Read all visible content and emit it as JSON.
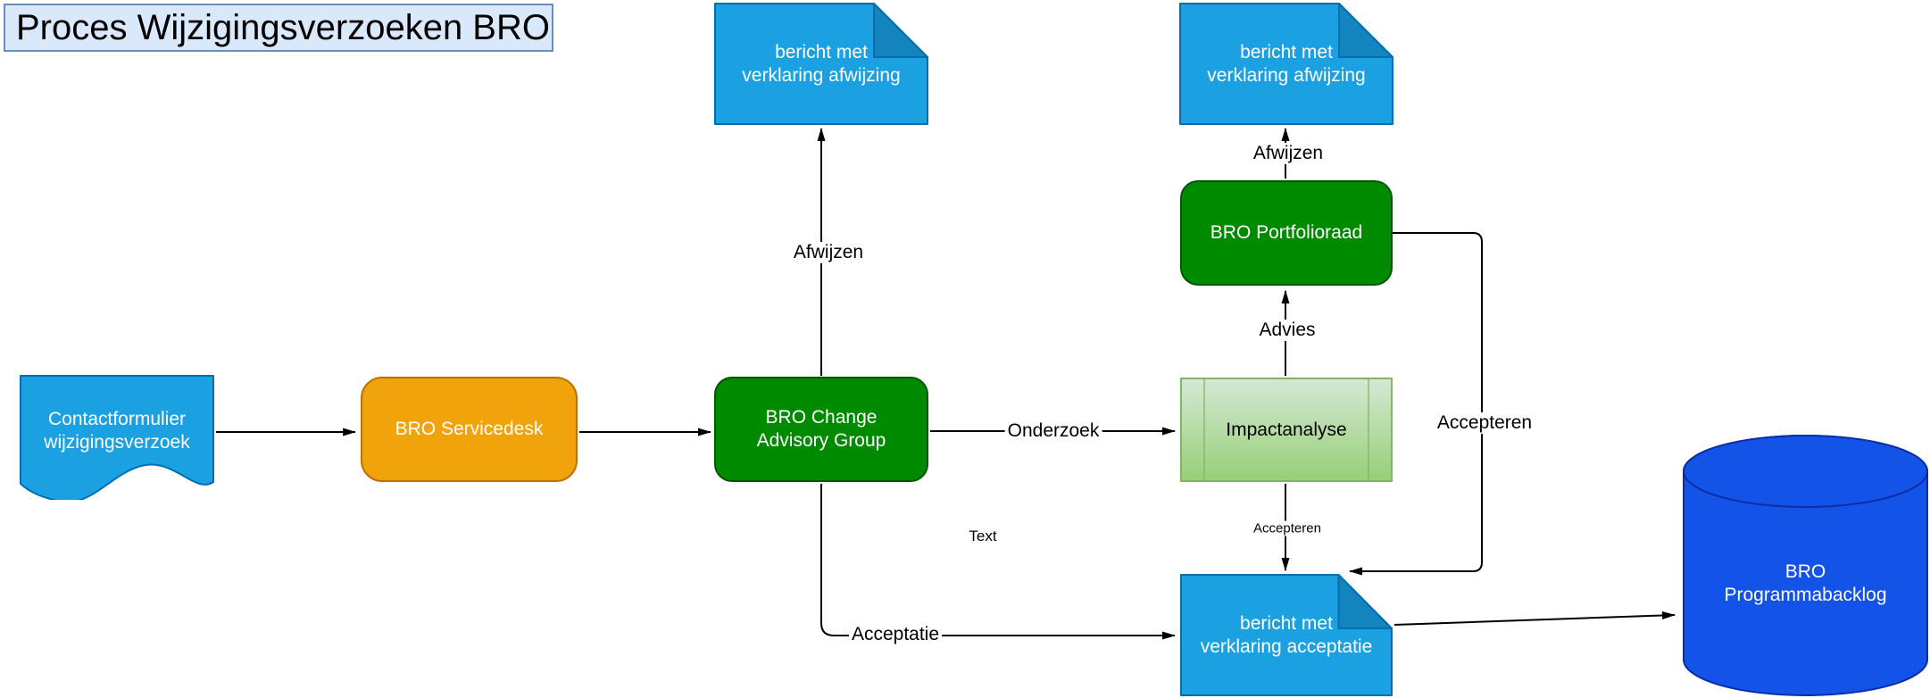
{
  "diagram_title": "Proces Wijzigingsverzoeken BRO",
  "nodes": {
    "contact_form": {
      "label": "Contactformulier\nwijzigingsverzoek",
      "type": "document"
    },
    "servicedesk": {
      "label": "BRO Servicedesk",
      "type": "rounded-rectangle"
    },
    "change_advisory_group": {
      "label": "BRO Change\nAdvisory Group",
      "type": "rounded-rectangle"
    },
    "note_rejection_left": {
      "label": "bericht met\nverklaring afwijzing",
      "type": "note"
    },
    "note_rejection_right": {
      "label": "bericht met\nverklaring afwijzing",
      "type": "note"
    },
    "portfolioraad": {
      "label": "BRO Portfolioraad",
      "type": "rounded-rectangle"
    },
    "impactanalyse": {
      "label": "Impactanalyse",
      "type": "process"
    },
    "note_acceptance": {
      "label": "bericht met\nverklaring acceptatie",
      "type": "note"
    },
    "programmabacklog": {
      "label": "BRO\nProgrammabacklog",
      "type": "cylinder"
    }
  },
  "edge_labels": {
    "afwijzen_left": "Afwijzen",
    "afwijzen_right": "Afwijzen",
    "onderzoek": "Onderzoek",
    "advies": "Advies",
    "accepteren_vertical": "Accepteren",
    "accepteren_small": "Accepteren",
    "acceptatie": "Acceptatie",
    "floating_text": "Text"
  },
  "colors": {
    "title_fill": "#dae8fc",
    "title_stroke": "#6c8ebf",
    "doc_fill": "#1ba1e2",
    "doc_stroke": "#006eaf",
    "doc_fold": "#1484be",
    "orange_fill": "#f0a30a",
    "orange_stroke": "#bd7000",
    "green_fill": "#008a00",
    "green_stroke": "#005700",
    "impact_top": "#d5e8d4",
    "impact_bottom": "#97d077",
    "impact_stroke": "#82b366",
    "db_fill": "#1453e8",
    "db_stroke": "#0a2da8",
    "edge_color": "#000000"
  }
}
